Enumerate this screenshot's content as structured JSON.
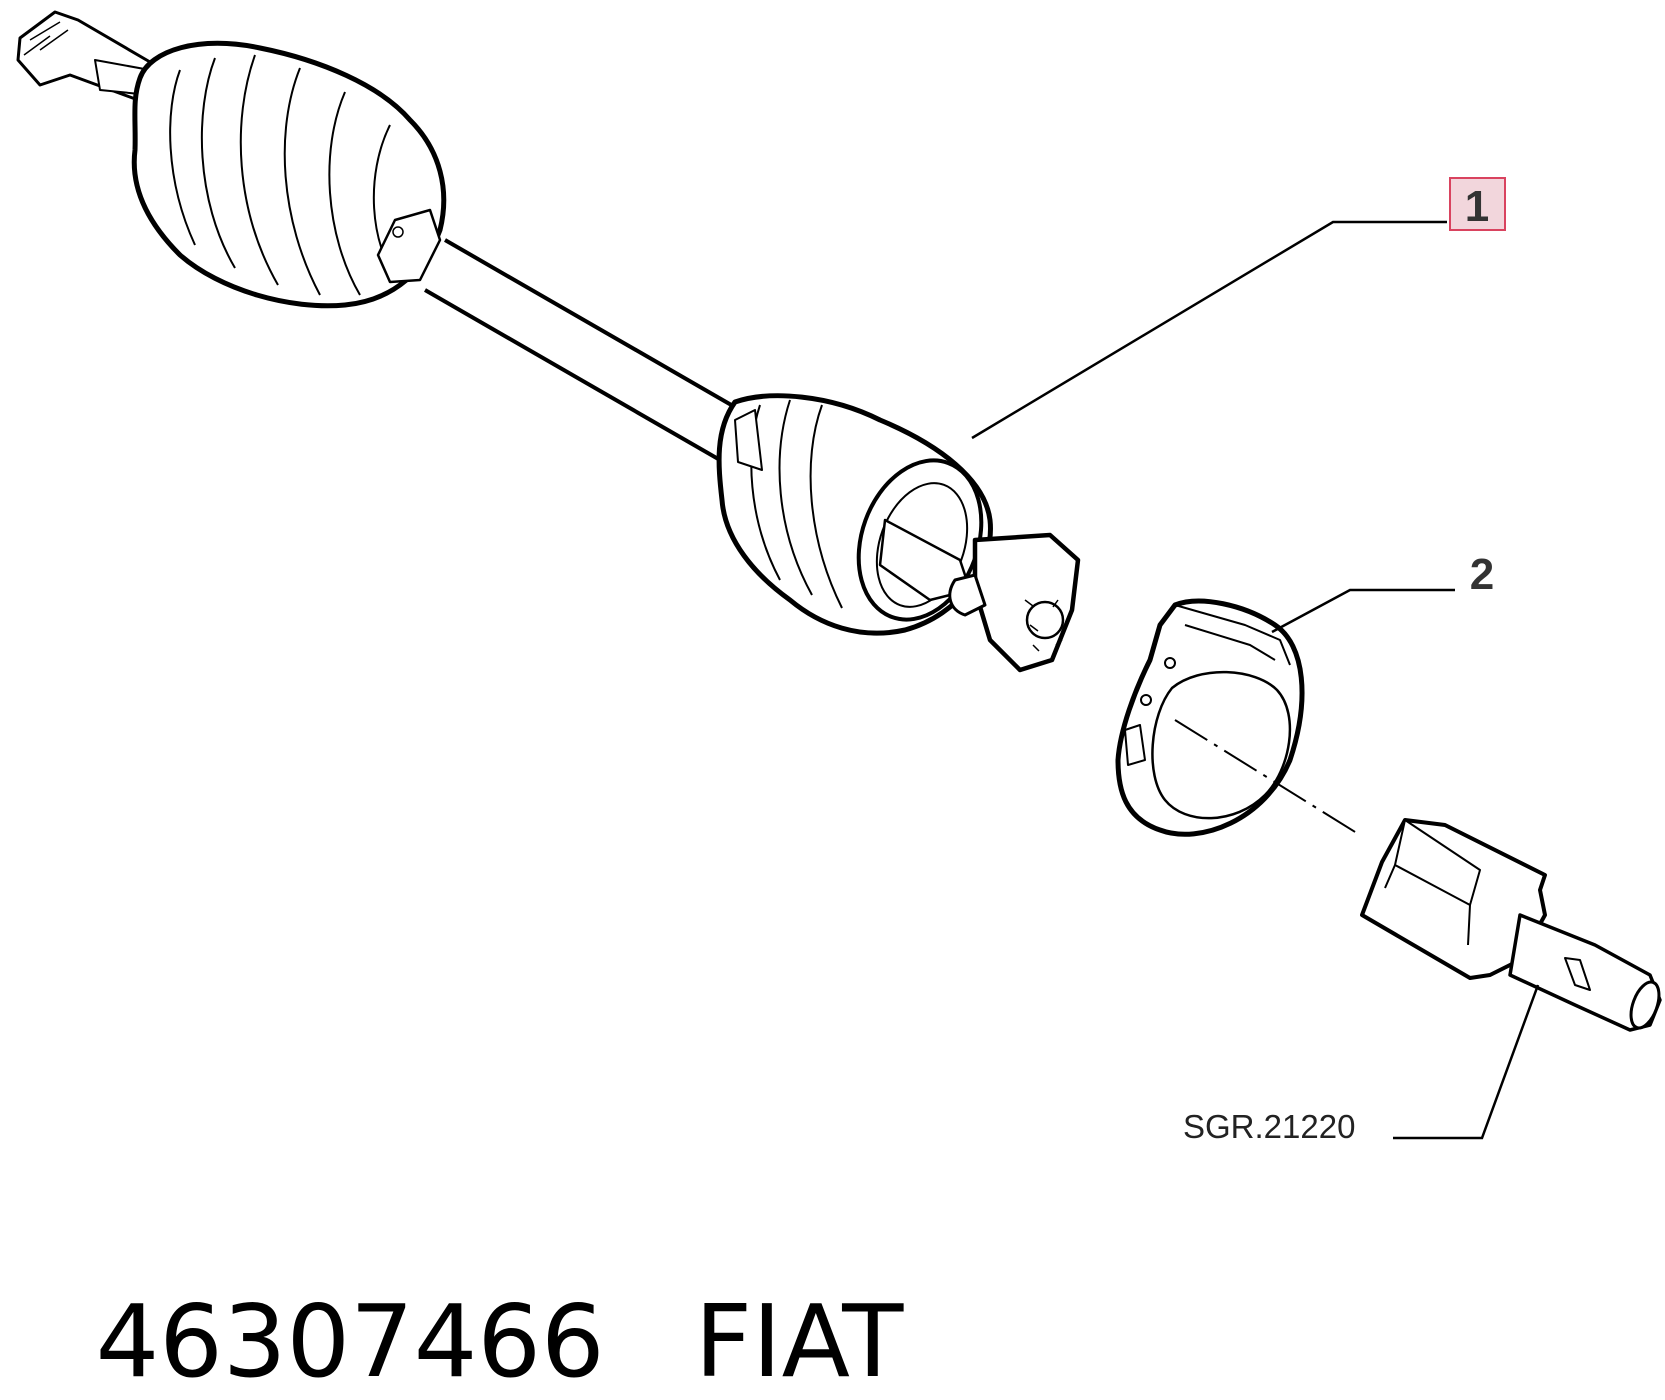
{
  "callouts": {
    "item1": {
      "label": "1",
      "highlight_color": "#f2d6dc",
      "border_color": "#d9435f"
    },
    "item2": {
      "label": "2"
    },
    "reference": {
      "label": "SGR.21220"
    }
  },
  "footer": {
    "part_number": "46307466",
    "brand": "FIAT"
  }
}
